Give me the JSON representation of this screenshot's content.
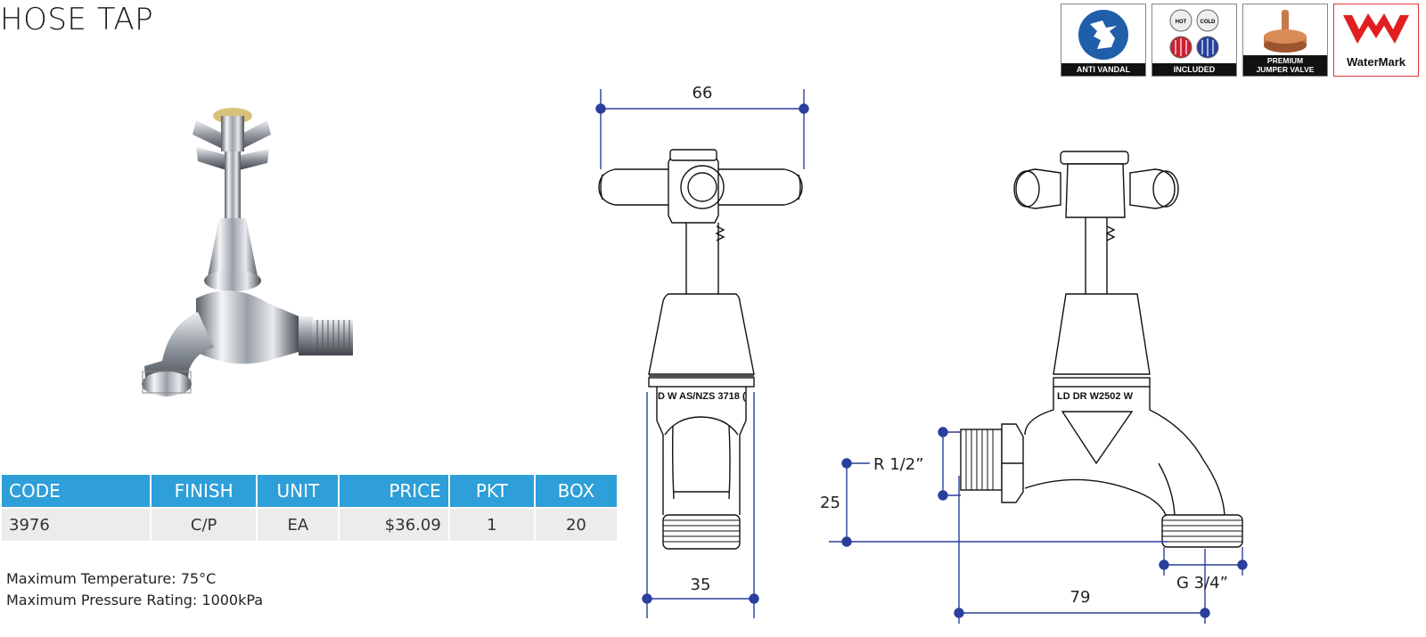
{
  "title": "HOSE TAP",
  "badges": [
    {
      "icon": "anti-vandal-icon",
      "label": "ANTI VANDAL"
    },
    {
      "icon": "hot-cold-indices-icon",
      "label": "INCLUDED",
      "hot_text": "HOT",
      "cold_text": "COLD"
    },
    {
      "icon": "jumper-valve-icon",
      "label_line1": "PREMIUM",
      "label_line2": "JUMPER VALVE"
    },
    {
      "icon": "watermark-logo",
      "label": "WaterMark"
    }
  ],
  "table": {
    "headers": [
      "CODE",
      "FINISH",
      "UNIT",
      "PRICE",
      "PKT",
      "BOX"
    ],
    "row": [
      "3976",
      "C/P",
      "EA",
      "$36.09",
      "1",
      "20"
    ]
  },
  "notes": {
    "temperature": "Maximum Temperature: 75°C",
    "pressure": "Maximum Pressure Rating: 1000kPa"
  },
  "dimensions": {
    "top_width": "66",
    "bottom_width": "35",
    "thread_inlet": "R 1/2”",
    "height": "25",
    "length": "79",
    "outlet": "G 3/4”"
  },
  "engravings": {
    "front": "D W AS/NZS 3718 (",
    "side": "LD DR W2502 W"
  },
  "colors": {
    "header_blue": "#2e9fd8",
    "dimension_blue": "#2a3f9c",
    "watermark_red": "#e02020"
  }
}
